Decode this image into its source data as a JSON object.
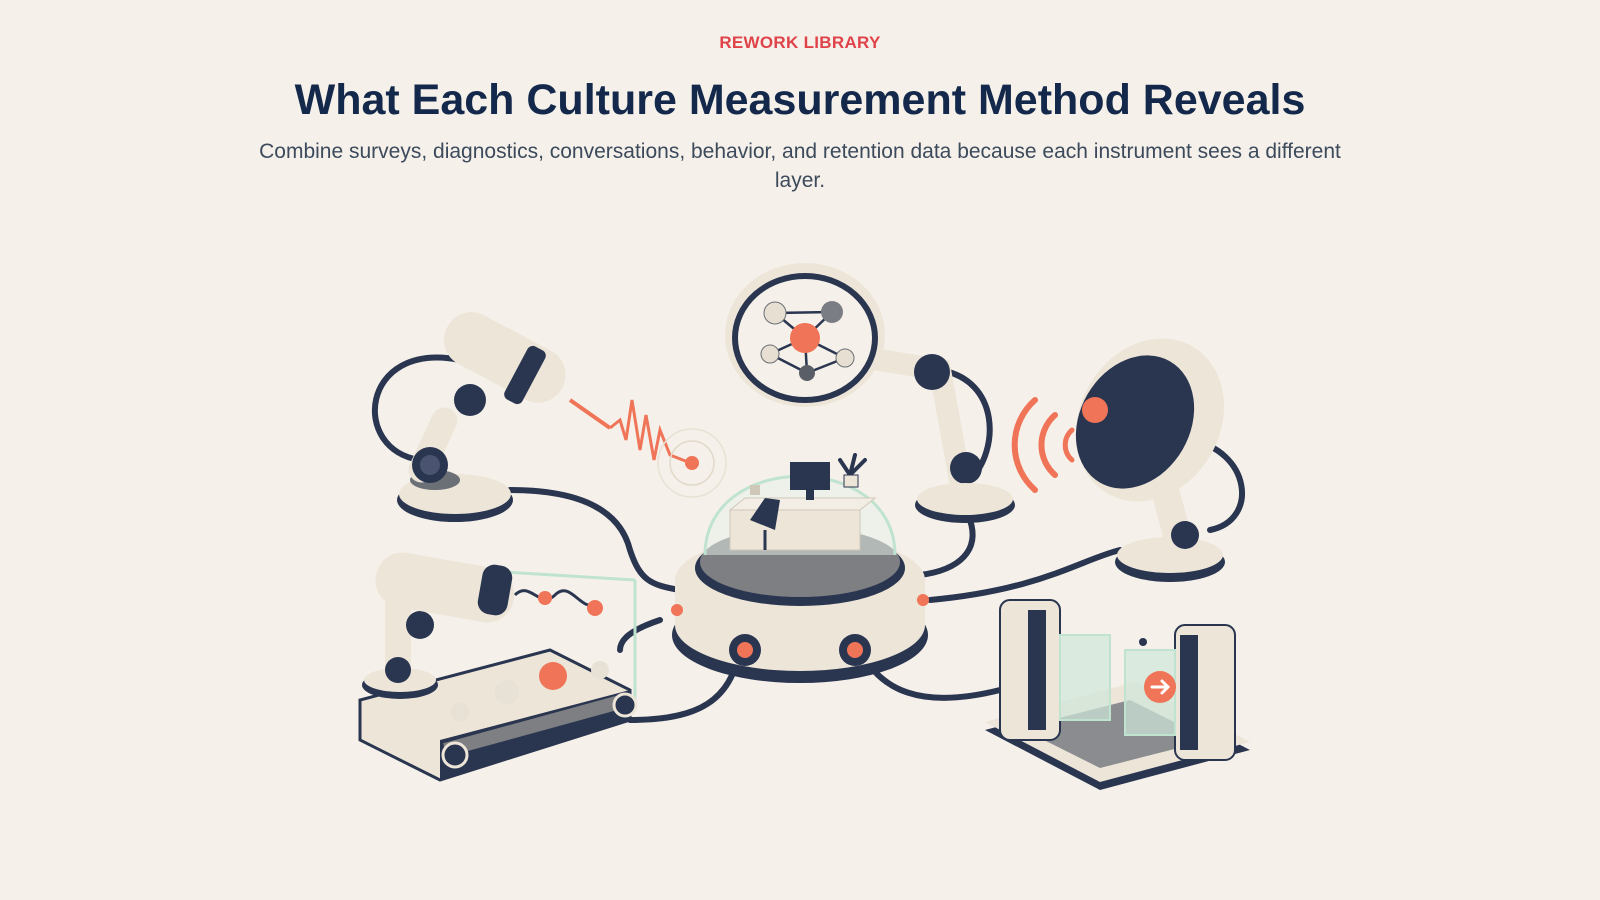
{
  "header": {
    "eyebrow": "REWORK LIBRARY",
    "title": "What Each Culture Measurement Method Reveals",
    "subtitle": "Combine surveys, diagnostics, conversations, behavior, and retention data because each instrument sees a different layer."
  },
  "illustration": {
    "icons": [
      "survey-probe-icon",
      "network-magnifier-icon",
      "broadcast-dish-icon",
      "workspace-dome-icon",
      "conveyor-scanner-icon",
      "exit-gate-icon"
    ]
  },
  "colors": {
    "background": "#f5f1ea",
    "accent": "#e0424a",
    "title": "#13284a",
    "navy": "#2a3550",
    "cream": "#ece5d8",
    "coral": "#f07457",
    "mint": "#bfe3cf"
  }
}
